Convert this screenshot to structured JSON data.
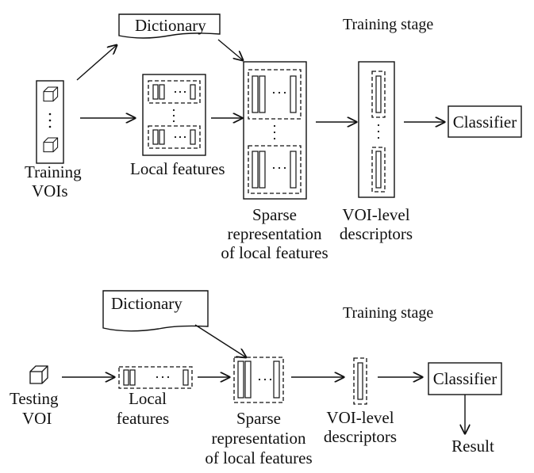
{
  "training": {
    "stage_label": "Training stage",
    "dictionary": "Dictionary",
    "input_label_1": "Training",
    "input_label_2": "VOIs",
    "local_features": "Local features",
    "sparse_1": "Sparse",
    "sparse_2": "representation",
    "sparse_3": "of local features",
    "voi_1": "VOI-level",
    "voi_2": "descriptors",
    "classifier": "Classifier"
  },
  "testing": {
    "stage_label": "Training stage",
    "dictionary": "Dictionary",
    "input_label_1": "Testing",
    "input_label_2": "VOI",
    "local_1": "Local",
    "local_2": "features",
    "sparse_1": "Sparse",
    "sparse_2": "representation",
    "sparse_3": "of local features",
    "voi_1": "VOI-level",
    "voi_2": "descriptors",
    "classifier": "Classifier",
    "result": "Result"
  },
  "icons": {
    "cube": "cube-icon",
    "arrow": "arrow-icon"
  }
}
